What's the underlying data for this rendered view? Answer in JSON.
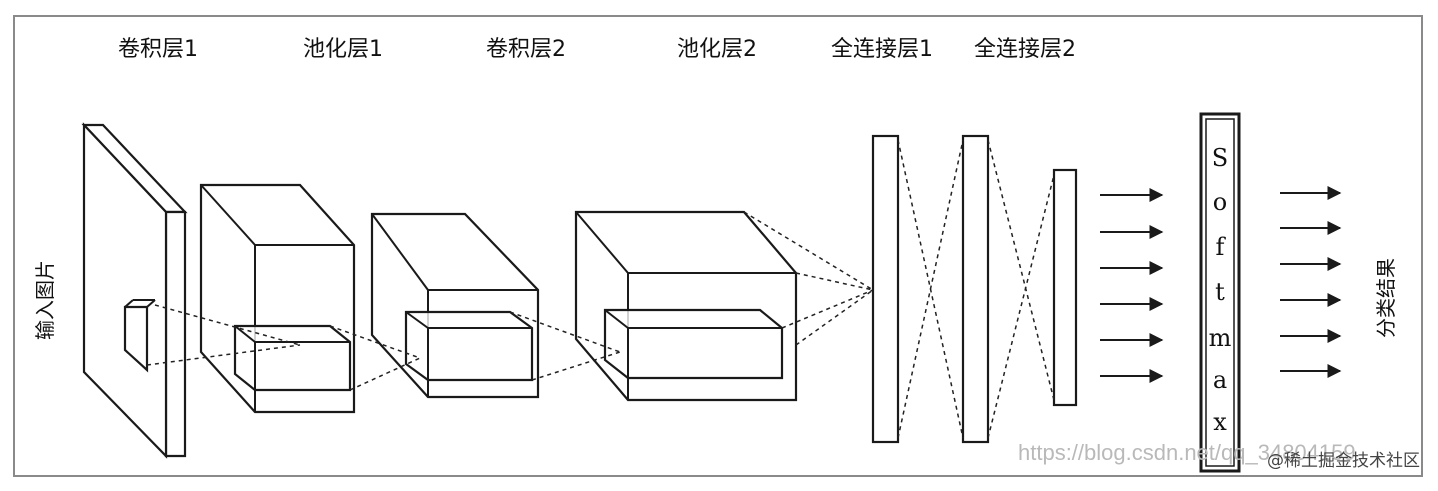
{
  "layers": {
    "conv1": "卷积层1",
    "pool1": "池化层1",
    "conv2": "卷积层2",
    "pool2": "池化层2",
    "fc1": "全连接层1",
    "fc2": "全连接层2"
  },
  "input_label": "输入图片",
  "output_label": "分类结果",
  "softmax_letters": [
    "S",
    "o",
    "f",
    "t",
    "m",
    "a",
    "x"
  ],
  "watermark": {
    "url": "https://blog.csdn.net/qq_34804159",
    "site": "@稀土掘金技术社区"
  },
  "colors": {
    "stroke": "#1a1a1a",
    "frame": "#8a8a8a",
    "background": "#ffffff"
  }
}
